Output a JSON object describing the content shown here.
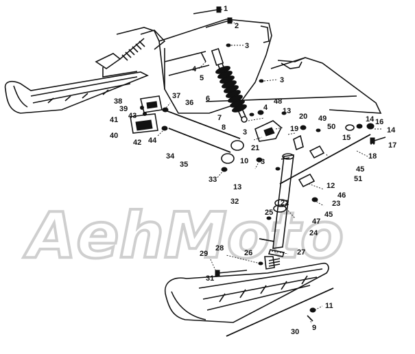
{
  "watermark": "AehMoto",
  "callouts": [
    {
      "id": "c1",
      "label": "1"
    },
    {
      "id": "c2",
      "label": "2"
    },
    {
      "id": "c3a",
      "label": "3"
    },
    {
      "id": "c3b",
      "label": "3"
    },
    {
      "id": "c3c",
      "label": "3"
    },
    {
      "id": "c3d",
      "label": "3"
    },
    {
      "id": "c4a",
      "label": "4"
    },
    {
      "id": "c4b",
      "label": "4"
    },
    {
      "id": "c5",
      "label": "5"
    },
    {
      "id": "c6",
      "label": "6"
    },
    {
      "id": "c7",
      "label": "7"
    },
    {
      "id": "c8",
      "label": "8"
    },
    {
      "id": "c9",
      "label": "9"
    },
    {
      "id": "c10",
      "label": "10"
    },
    {
      "id": "c11",
      "label": "11"
    },
    {
      "id": "c12",
      "label": "12"
    },
    {
      "id": "c13a",
      "label": "13"
    },
    {
      "id": "c13b",
      "label": "13"
    },
    {
      "id": "c14a",
      "label": "14"
    },
    {
      "id": "c14b",
      "label": "14"
    },
    {
      "id": "c15",
      "label": "15"
    },
    {
      "id": "c16",
      "label": "16"
    },
    {
      "id": "c17",
      "label": "17"
    },
    {
      "id": "c18",
      "label": "18"
    },
    {
      "id": "c19",
      "label": "19"
    },
    {
      "id": "c20",
      "label": "20"
    },
    {
      "id": "c21",
      "label": "21"
    },
    {
      "id": "c22",
      "label": "22"
    },
    {
      "id": "c23",
      "label": "23"
    },
    {
      "id": "c24",
      "label": "24"
    },
    {
      "id": "c25",
      "label": "25"
    },
    {
      "id": "c26",
      "label": "26"
    },
    {
      "id": "c27",
      "label": "27"
    },
    {
      "id": "c28",
      "label": "28"
    },
    {
      "id": "c29",
      "label": "29"
    },
    {
      "id": "c30",
      "label": "30"
    },
    {
      "id": "c31",
      "label": "31"
    },
    {
      "id": "c32",
      "label": "32"
    },
    {
      "id": "c33",
      "label": "33"
    },
    {
      "id": "c34",
      "label": "34"
    },
    {
      "id": "c35",
      "label": "35"
    },
    {
      "id": "c36",
      "label": "36"
    },
    {
      "id": "c37",
      "label": "37"
    },
    {
      "id": "c38",
      "label": "38"
    },
    {
      "id": "c39",
      "label": "39"
    },
    {
      "id": "c40",
      "label": "40"
    },
    {
      "id": "c41",
      "label": "41"
    },
    {
      "id": "c42",
      "label": "42"
    },
    {
      "id": "c43",
      "label": "43"
    },
    {
      "id": "c44",
      "label": "44"
    },
    {
      "id": "c45a",
      "label": "45"
    },
    {
      "id": "c45b",
      "label": "45"
    },
    {
      "id": "c46",
      "label": "46"
    },
    {
      "id": "c47",
      "label": "47"
    },
    {
      "id": "c48",
      "label": "48"
    },
    {
      "id": "c49",
      "label": "49"
    },
    {
      "id": "c50",
      "label": "50"
    },
    {
      "id": "c51",
      "label": "51"
    }
  ]
}
